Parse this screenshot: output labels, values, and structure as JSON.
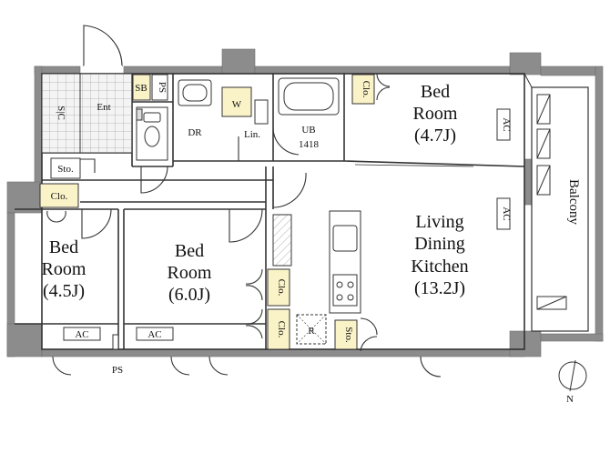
{
  "rooms": {
    "bed1": {
      "line1": "Bed",
      "line2": "Room",
      "size": "(4.5J)"
    },
    "bed2": {
      "line1": "Bed",
      "line2": "Room",
      "size": "(6.0J)"
    },
    "bed3": {
      "line1": "Bed",
      "line2": "Room",
      "size": "(4.7J)"
    },
    "ldk": {
      "line1": "Living",
      "line2": "Dining",
      "line3": "Kitchen",
      "size": "(13.2J)"
    },
    "balcony": "Balcony"
  },
  "labels": {
    "sic": "S|C",
    "ent": "Ent",
    "sb": "SB",
    "ps_top": "PS",
    "dr": "DR",
    "w": "W",
    "lin": "Lin.",
    "ub": "UB",
    "ub_size": "1418",
    "clo": "Clo.",
    "sto": "Sto.",
    "ac": "AC",
    "r": "R",
    "ps_bottom": "PS",
    "north": "N"
  },
  "colors": {
    "wall": "#8c8c8c",
    "wall_dark": "#6e6e6e",
    "line": "#333333",
    "storage": "#fbf3c8",
    "tile": "#dcdcdc"
  }
}
